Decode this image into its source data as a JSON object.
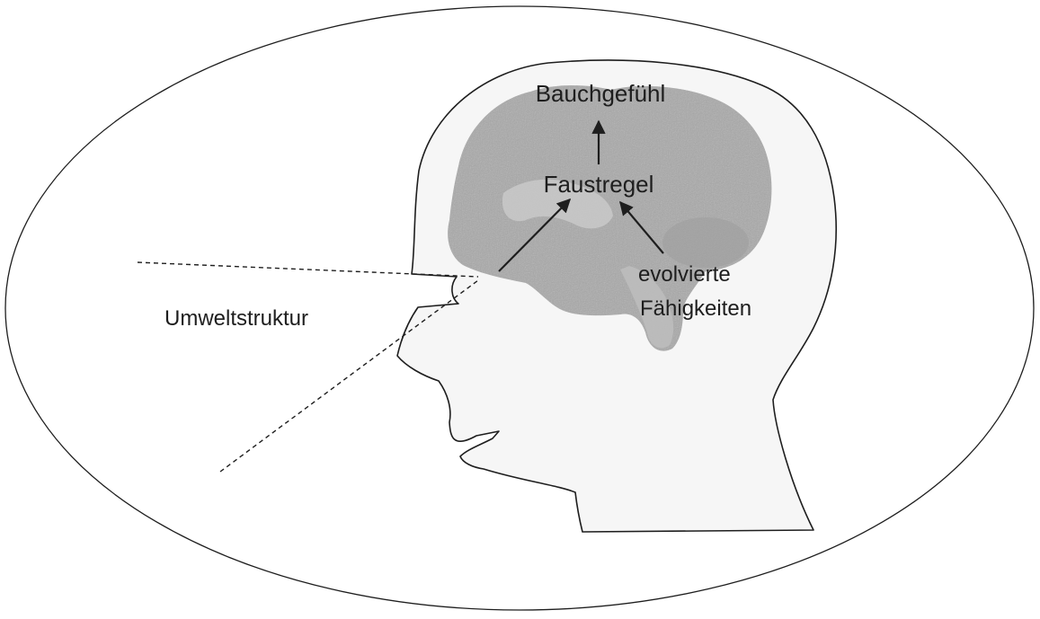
{
  "labels": {
    "bauchgefuehl": "Bauchgefühl",
    "faustregel": "Faustregel",
    "evolvierte_line1": "evolvierte",
    "evolvierte_line2": "Fähigkeiten",
    "umweltstruktur": "Umweltstruktur"
  },
  "colors": {
    "ink": "#1e1e1e",
    "brain_fill": "#a9a9a9",
    "brain_shadow": "#c9c9c9",
    "head_fill": "#f6f6f6",
    "paper": "#ffffff"
  }
}
